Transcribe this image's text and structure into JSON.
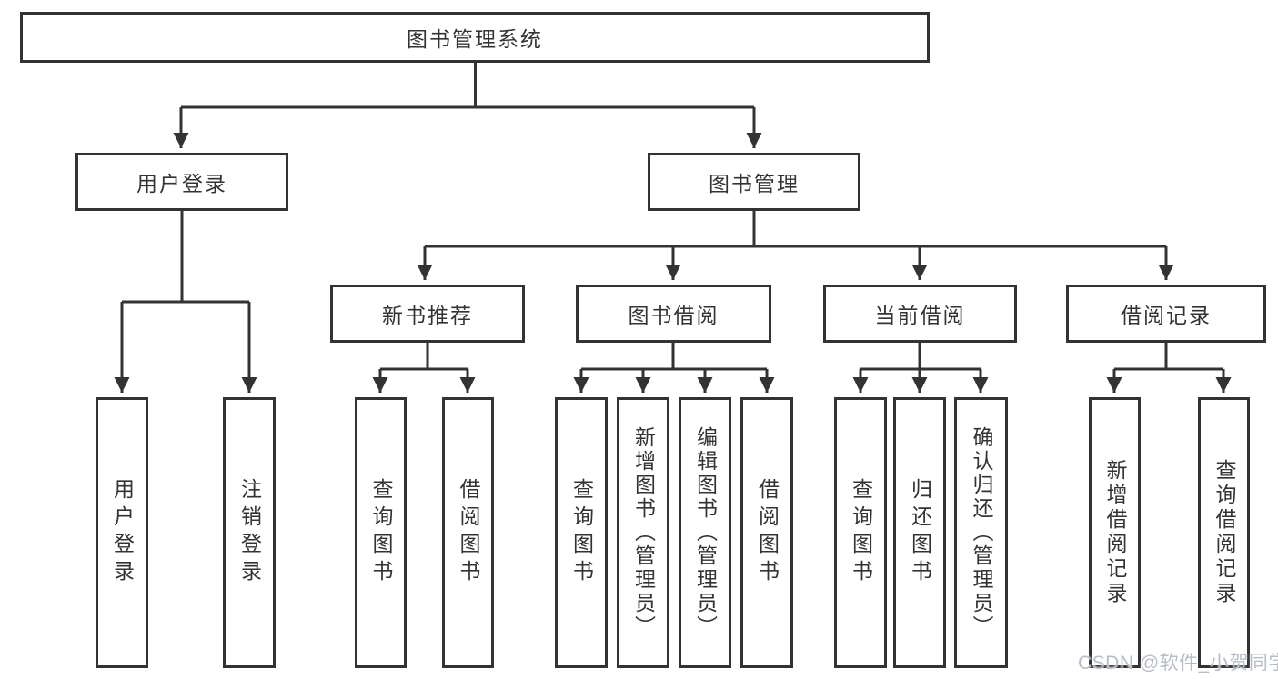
{
  "diagram": {
    "title": "图书管理系统",
    "root": {
      "label": "图书管理系统",
      "children": [
        {
          "label": "用户登录",
          "children": [
            {
              "label": "用户登录"
            },
            {
              "label": "注销登录"
            }
          ]
        },
        {
          "label": "图书管理",
          "children": [
            {
              "label": "新书推荐",
              "children": [
                {
                  "label": "查询图书"
                },
                {
                  "label": "借阅图书"
                }
              ]
            },
            {
              "label": "图书借阅",
              "children": [
                {
                  "label": "查询图书"
                },
                {
                  "label": "新增图书（管理员）"
                },
                {
                  "label": "编辑图书（管理员）"
                },
                {
                  "label": "借阅图书"
                }
              ]
            },
            {
              "label": "当前借阅",
              "children": [
                {
                  "label": "查询图书"
                },
                {
                  "label": "归还图书"
                },
                {
                  "label": "确认归还（管理员）"
                }
              ]
            },
            {
              "label": "借阅记录",
              "children": [
                {
                  "label": "新增借阅记录"
                },
                {
                  "label": "查询借阅记录"
                }
              ]
            }
          ]
        }
      ]
    },
    "watermark": "CSDN @软件_小贺同学",
    "colors": {
      "line": "#333333",
      "text": "#333333",
      "box_background": "#ffffff",
      "watermark": "#b7bdc7",
      "background": "#ffffff"
    }
  }
}
